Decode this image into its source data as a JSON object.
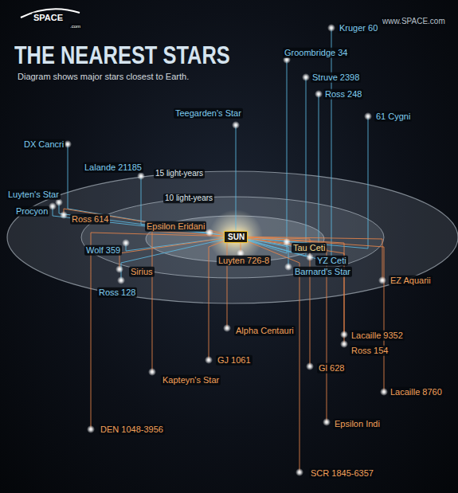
{
  "diagram": {
    "title": "THE NEAREST STARS",
    "caption": "Diagram shows major stars closest to Earth.",
    "nodes": [
      {
        "text": [
          "SUN"
        ]
      }
    ],
    "labels": [
      "SPACE",
      ".com",
      "www.SPACE.com",
      "15 light-years",
      "10 light-years",
      "Kruger 60",
      "Groombridge 34",
      "Struve 2398",
      "Ross 248",
      "61 Cygni",
      "Teegarden's Star",
      "DX Cancri",
      "Lalande 21185",
      "Luyten's Star",
      "Procyon",
      "Wolf 359",
      "Ross 128",
      "Tau Ceti",
      "YZ Ceti",
      "Barnard's Star",
      "Ross 614",
      "Epsilon Eridani",
      "Sirius",
      "Luyten 726-8",
      "Alpha Centauri",
      "GJ 1061",
      "Kapteyn's Star",
      "Gl 628",
      "Lacaille 9352",
      "Ross 154",
      "EZ Aquarii",
      "Lacaille 8760",
      "Epsilon Indi",
      "DEN 1048-3956",
      "SCR 1845-6357"
    ]
  }
}
